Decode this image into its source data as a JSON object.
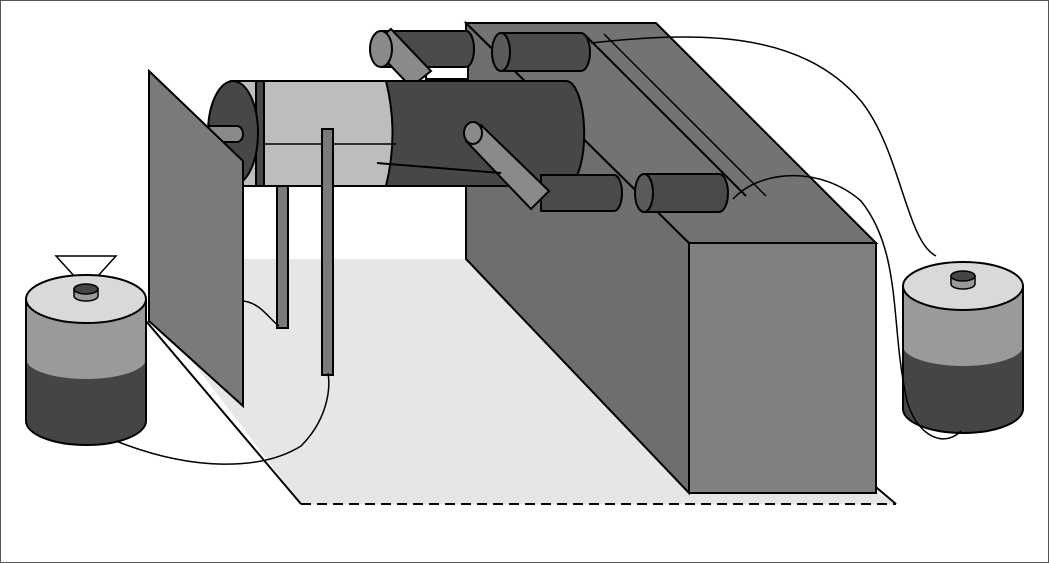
{
  "diagram": {
    "type": "apparatus-illustration",
    "components": [
      "base-platform",
      "support-block",
      "side-plate",
      "main-cylinder",
      "rollers",
      "electrode-rods",
      "battery-left",
      "battery-right",
      "connecting-wires"
    ],
    "colors": {
      "base": "#e6e6e6",
      "block_top": "#737373",
      "block_side": "#6e6e6e",
      "block_front": "#808080",
      "plate": "#7a7a7a",
      "cylinder_light": "#bdbdbd",
      "cylinder_dark": "#474747",
      "roller": "#4a4a4a",
      "battery_top": "#d9d9d9",
      "battery_middle": "#9a9a9a",
      "battery_bottom": "#454545",
      "outline": "#000000"
    }
  }
}
